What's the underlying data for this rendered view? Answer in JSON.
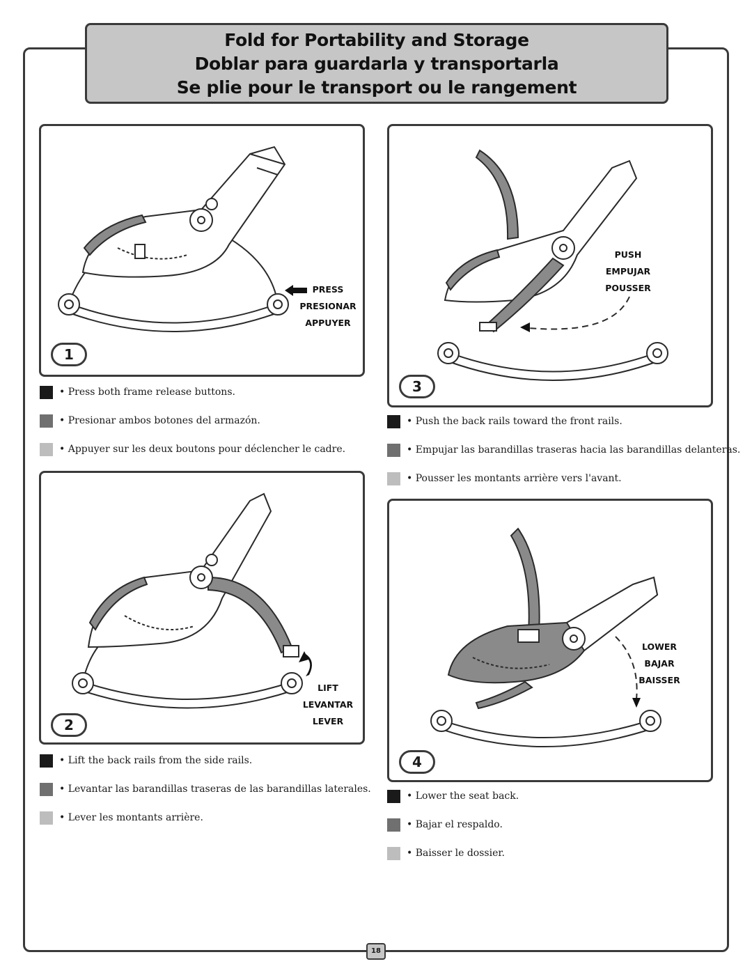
{
  "title": {
    "en": "Fold for Portability and Storage",
    "es": "Doblar para guardarla y transportarla",
    "fr": "Se plie pour le transport ou le rangement"
  },
  "steps": [
    {
      "number": "1",
      "callout": [
        "PRESS",
        "PRESIONAR",
        "APPUYER"
      ],
      "instructions": {
        "en": "• Press both frame release buttons.",
        "es": "• Presionar ambos botones del armazón.",
        "fr": "• Appuyer sur les deux boutons pour déclencher le cadre."
      }
    },
    {
      "number": "2",
      "callout": [
        "LIFT",
        "LEVANTAR",
        "LEVER"
      ],
      "instructions": {
        "en": "• Lift the back rails from the side rails.",
        "es": "• Levantar las barandillas traseras de las barandillas laterales.",
        "fr": "• Lever les montants arrière."
      }
    },
    {
      "number": "3",
      "callout": [
        "PUSH",
        "EMPUJAR",
        "POUSSER"
      ],
      "instructions": {
        "en": "• Push the back rails toward the front rails.",
        "es": "• Empujar las barandillas traseras hacia las barandillas delanteras.",
        "fr": "• Pousser les montants arrière vers l'avant."
      }
    },
    {
      "number": "4",
      "callout": [
        "LOWER",
        "BAJAR",
        "BAISSER"
      ],
      "instructions": {
        "en": "• Lower the seat back.",
        "es": "• Bajar el respaldo.",
        "fr": "• Baisser le dossier."
      }
    }
  ],
  "page_number": "18",
  "colors": {
    "english": "#1a1a1a",
    "spanish": "#707070",
    "french": "#bdbdbd",
    "banner": "#c6c6c6"
  }
}
